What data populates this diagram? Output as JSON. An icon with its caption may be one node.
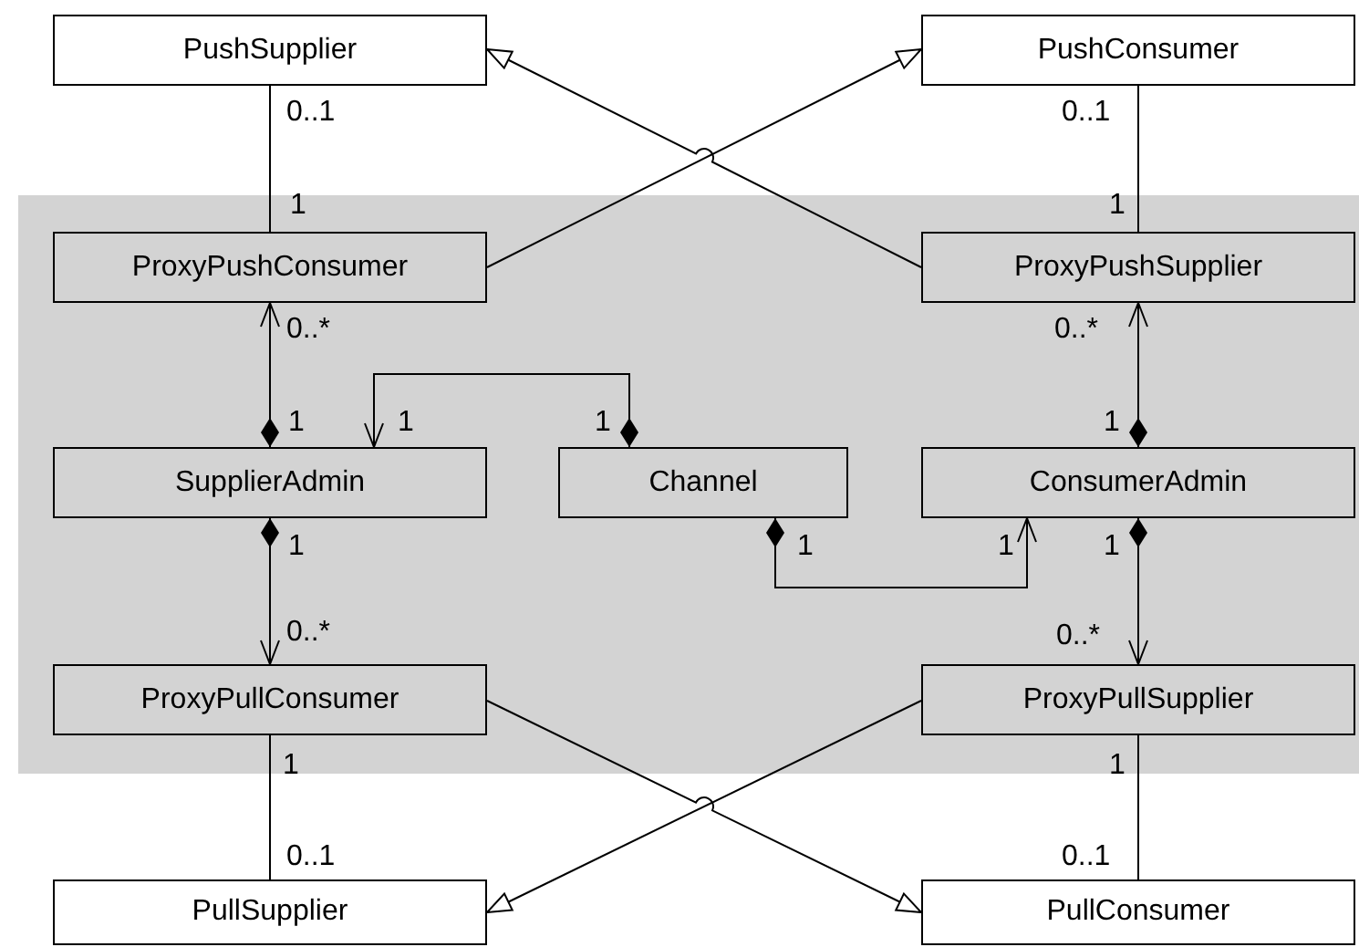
{
  "diagram": {
    "nodes": [
      {
        "text": [
          "PushSupplier"
        ]
      },
      {
        "text": [
          "PushConsumer"
        ]
      },
      {
        "text": [],
        "shape": "box"
      },
      {
        "text": [
          "ProxyPushConsumer"
        ],
        "in": 2
      },
      {
        "text": [
          "ProxyPushSupplier"
        ],
        "in": 2
      },
      {
        "text": [
          "SupplierAdmin"
        ],
        "in": 2
      },
      {
        "text": [
          "Channel"
        ],
        "in": 2
      },
      {
        "text": [
          "ConsumerAdmin"
        ],
        "in": 2
      },
      {
        "text": [
          "ProxyPullConsumer"
        ],
        "in": 2
      },
      {
        "text": [
          "ProxyPullSupplier"
        ],
        "in": 2
      },
      {
        "text": [
          "PullSupplier"
        ]
      },
      {
        "text": [
          "PullConsumer"
        ]
      }
    ],
    "edges": [
      {
        "from": 0,
        "to": 3,
        "arrow": "none"
      },
      {
        "from": 1,
        "to": 4,
        "arrow": "none"
      },
      {
        "from": 3,
        "to": 1,
        "arrow": "to"
      },
      {
        "from": 4,
        "to": 0,
        "arrow": "to"
      },
      {
        "from": 5,
        "to": 3,
        "arrow": "to"
      },
      {
        "from": 6,
        "to": 5,
        "arrow": "to"
      },
      {
        "from": 7,
        "to": 4,
        "arrow": "to"
      },
      {
        "from": 6,
        "to": 7,
        "arrow": "to"
      },
      {
        "from": 5,
        "to": 8,
        "arrow": "to"
      },
      {
        "from": 7,
        "to": 9,
        "arrow": "to"
      },
      {
        "from": 8,
        "to": 10,
        "arrow": "none"
      },
      {
        "from": 9,
        "to": 11,
        "arrow": "none"
      },
      {
        "from": 9,
        "to": 10,
        "arrow": "to"
      },
      {
        "from": 8,
        "to": 11,
        "arrow": "to"
      }
    ],
    "labels": [
      "0..1",
      "0..1",
      "1",
      "1",
      "0..*",
      "0..*",
      "1",
      "1",
      "1",
      "1",
      "1",
      "1",
      "1",
      "1",
      "0..*",
      "0..*",
      "1",
      "1",
      "0..1",
      "0..1"
    ]
  }
}
